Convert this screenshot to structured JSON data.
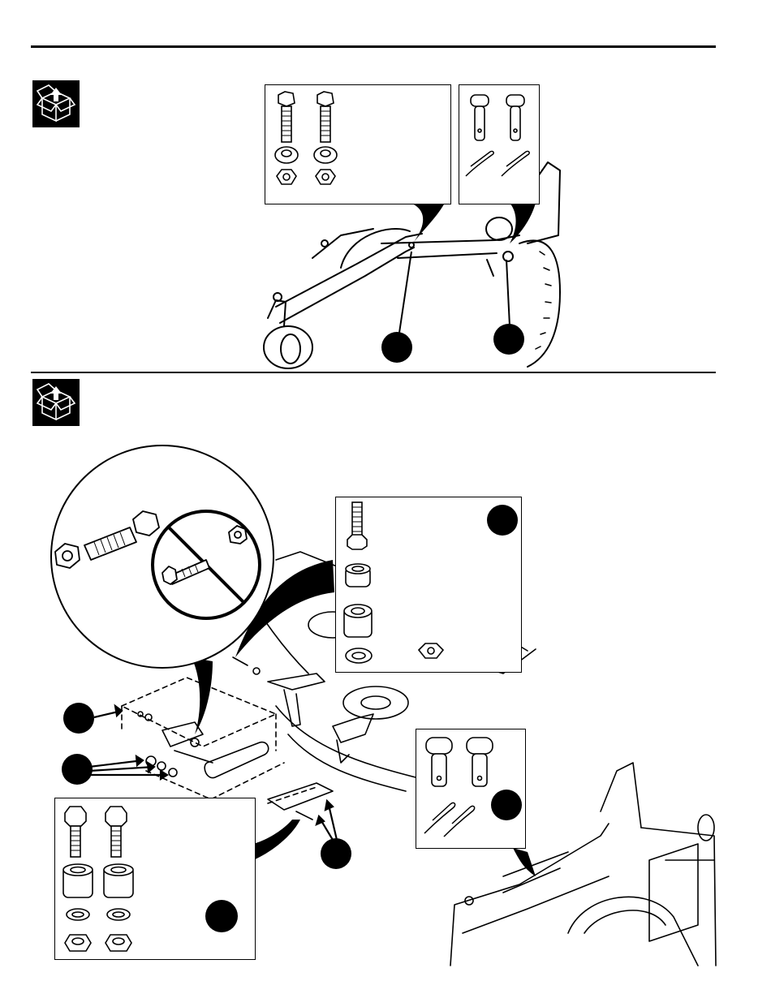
{
  "page": {
    "title": "",
    "sections": [
      {
        "icon": "unpack-box-icon",
        "hardware_panels": [
          "bolts-washers-nuts",
          "pins-hairpins"
        ]
      },
      {
        "icon": "unpack-box-icon",
        "hardware_panels": [
          "bolt-spacers-washer-nut",
          "pins-hairpins",
          "bolts-spacers-washers-nuts"
        ]
      }
    ],
    "detail_inset": {
      "icons": [
        "correct-bolt-orientation",
        "prohibited-bolt-orientation-icon"
      ]
    }
  },
  "colors": {
    "ink": "#000000",
    "paper": "#ffffff"
  }
}
